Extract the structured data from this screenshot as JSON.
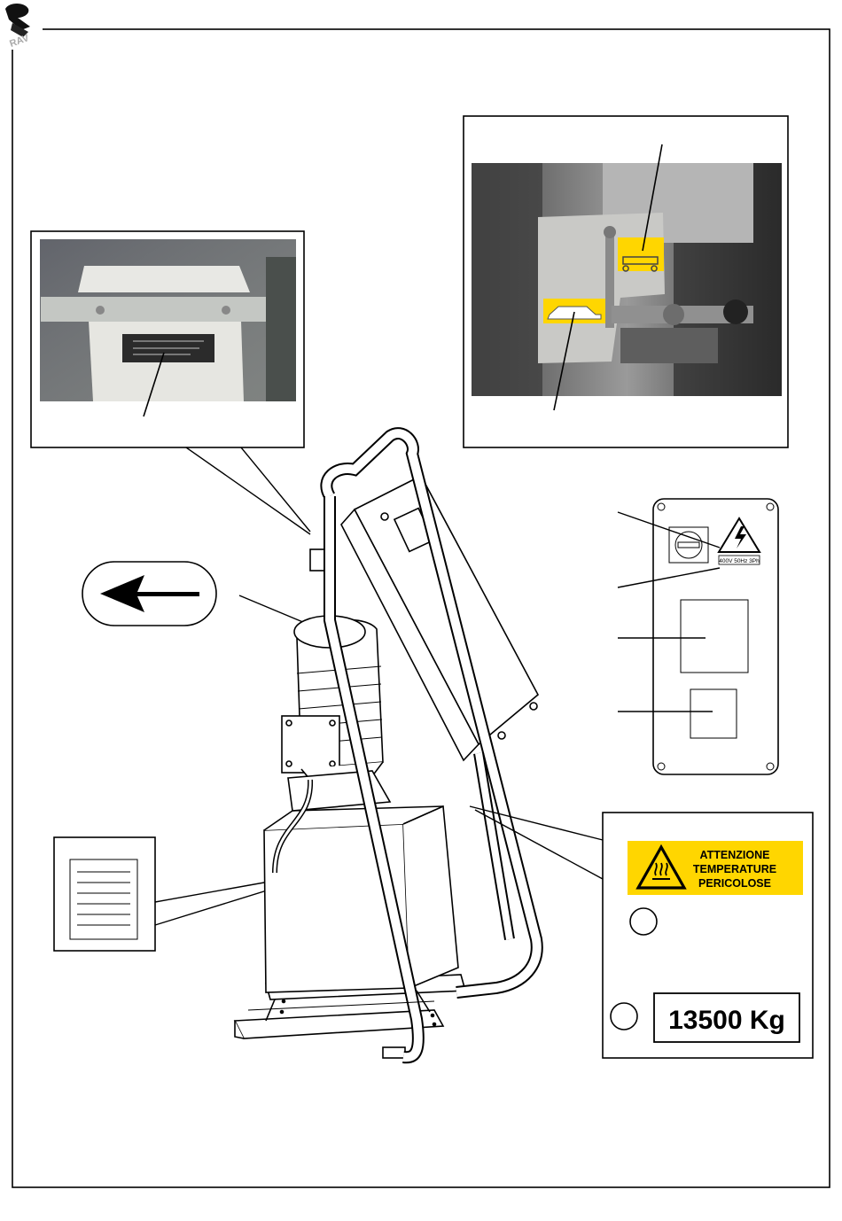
{
  "warning_label": {
    "lines": [
      "ATTENZIONE",
      "TEMPERATURE",
      "PERICOLOSE"
    ],
    "color": "#ffd600"
  },
  "capacity_plate": {
    "text": "13500 Kg"
  },
  "electrical_rating": {
    "text": "400V 50Hz 3Ph"
  },
  "colors": {
    "line": "#000000",
    "photo_dark": "#3a3a3a",
    "photo_light": "#d8d8d8",
    "yellow": "#ffd600"
  },
  "icons": {
    "logo": "brand-logo-icon",
    "hot_surface": "hot-surface-icon",
    "high_voltage": "high-voltage-icon",
    "direction": "arrow-left-icon",
    "manual": "manual-document-icon",
    "truck": "truck-decal-icon",
    "car": "car-decal-icon"
  }
}
